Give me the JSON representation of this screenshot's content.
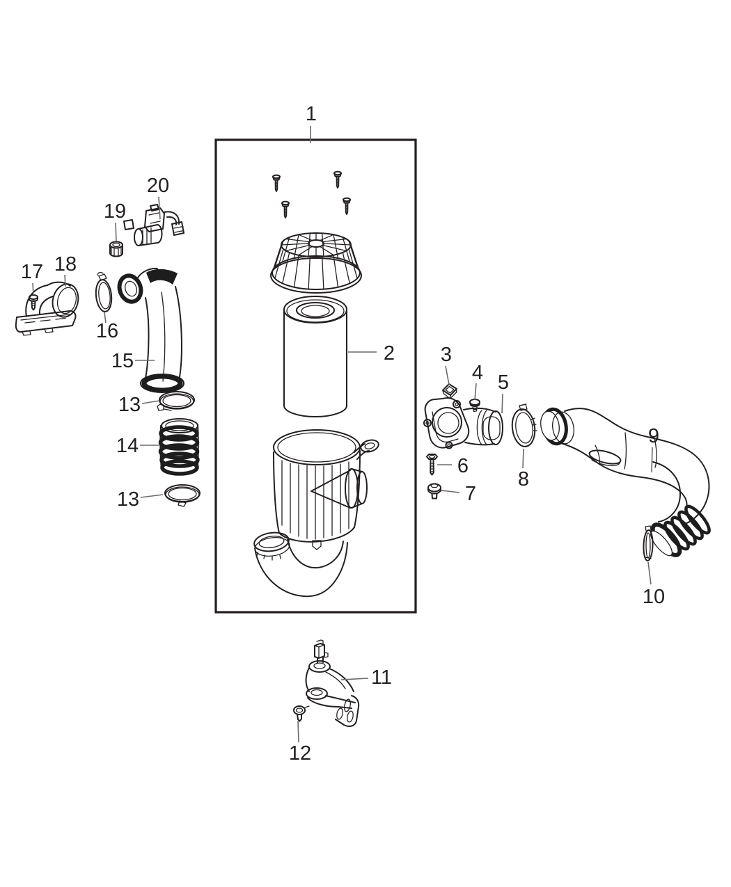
{
  "diagram": {
    "type": "exploded-parts-diagram",
    "background_color": "#ffffff",
    "line_color": "#231f20",
    "leader_color": "#6a6a6a",
    "callouts": [
      {
        "label": "1",
        "target": "air-cleaner-assembly-box"
      },
      {
        "label": "2",
        "target": "air-filter-element"
      },
      {
        "label": "3",
        "target": "square-nut"
      },
      {
        "label": "4",
        "target": "sensor-screw"
      },
      {
        "label": "5",
        "target": "outlet-elbow"
      },
      {
        "label": "6",
        "target": "bolt"
      },
      {
        "label": "7",
        "target": "flanged-screw"
      },
      {
        "label": "8",
        "target": "hose-clamp"
      },
      {
        "label": "9",
        "target": "air-intake-hose"
      },
      {
        "label": "10",
        "target": "hose-clamp"
      },
      {
        "label": "11",
        "target": "mounting-bracket"
      },
      {
        "label": "12",
        "target": "push-pin"
      },
      {
        "label": "13",
        "target": "hose-clamp"
      },
      {
        "label": "14",
        "target": "bellows-hose"
      },
      {
        "label": "13",
        "target": "hose-clamp"
      },
      {
        "label": "15",
        "target": "intake-duct"
      },
      {
        "label": "16",
        "target": "hose-clamp"
      },
      {
        "label": "17",
        "target": "screw"
      },
      {
        "label": "18",
        "target": "inlet-elbow"
      },
      {
        "label": "19",
        "target": "cap"
      },
      {
        "label": "20",
        "target": "air-temperature-sensor"
      }
    ]
  }
}
